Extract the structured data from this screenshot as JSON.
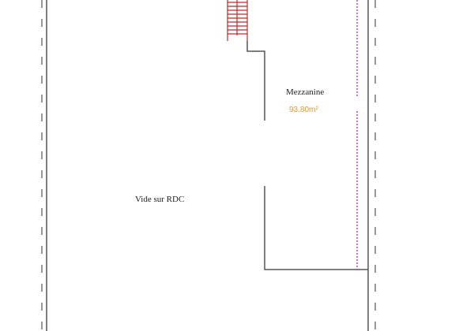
{
  "rooms": [
    {
      "name": "Mezzanine",
      "area": "93.80m²"
    },
    {
      "name": "Vide sur RDC"
    }
  ],
  "colors": {
    "wall": "#555555",
    "stair": "#c0282a",
    "limit": "#c040e0",
    "area_text": "#e39a3a"
  }
}
